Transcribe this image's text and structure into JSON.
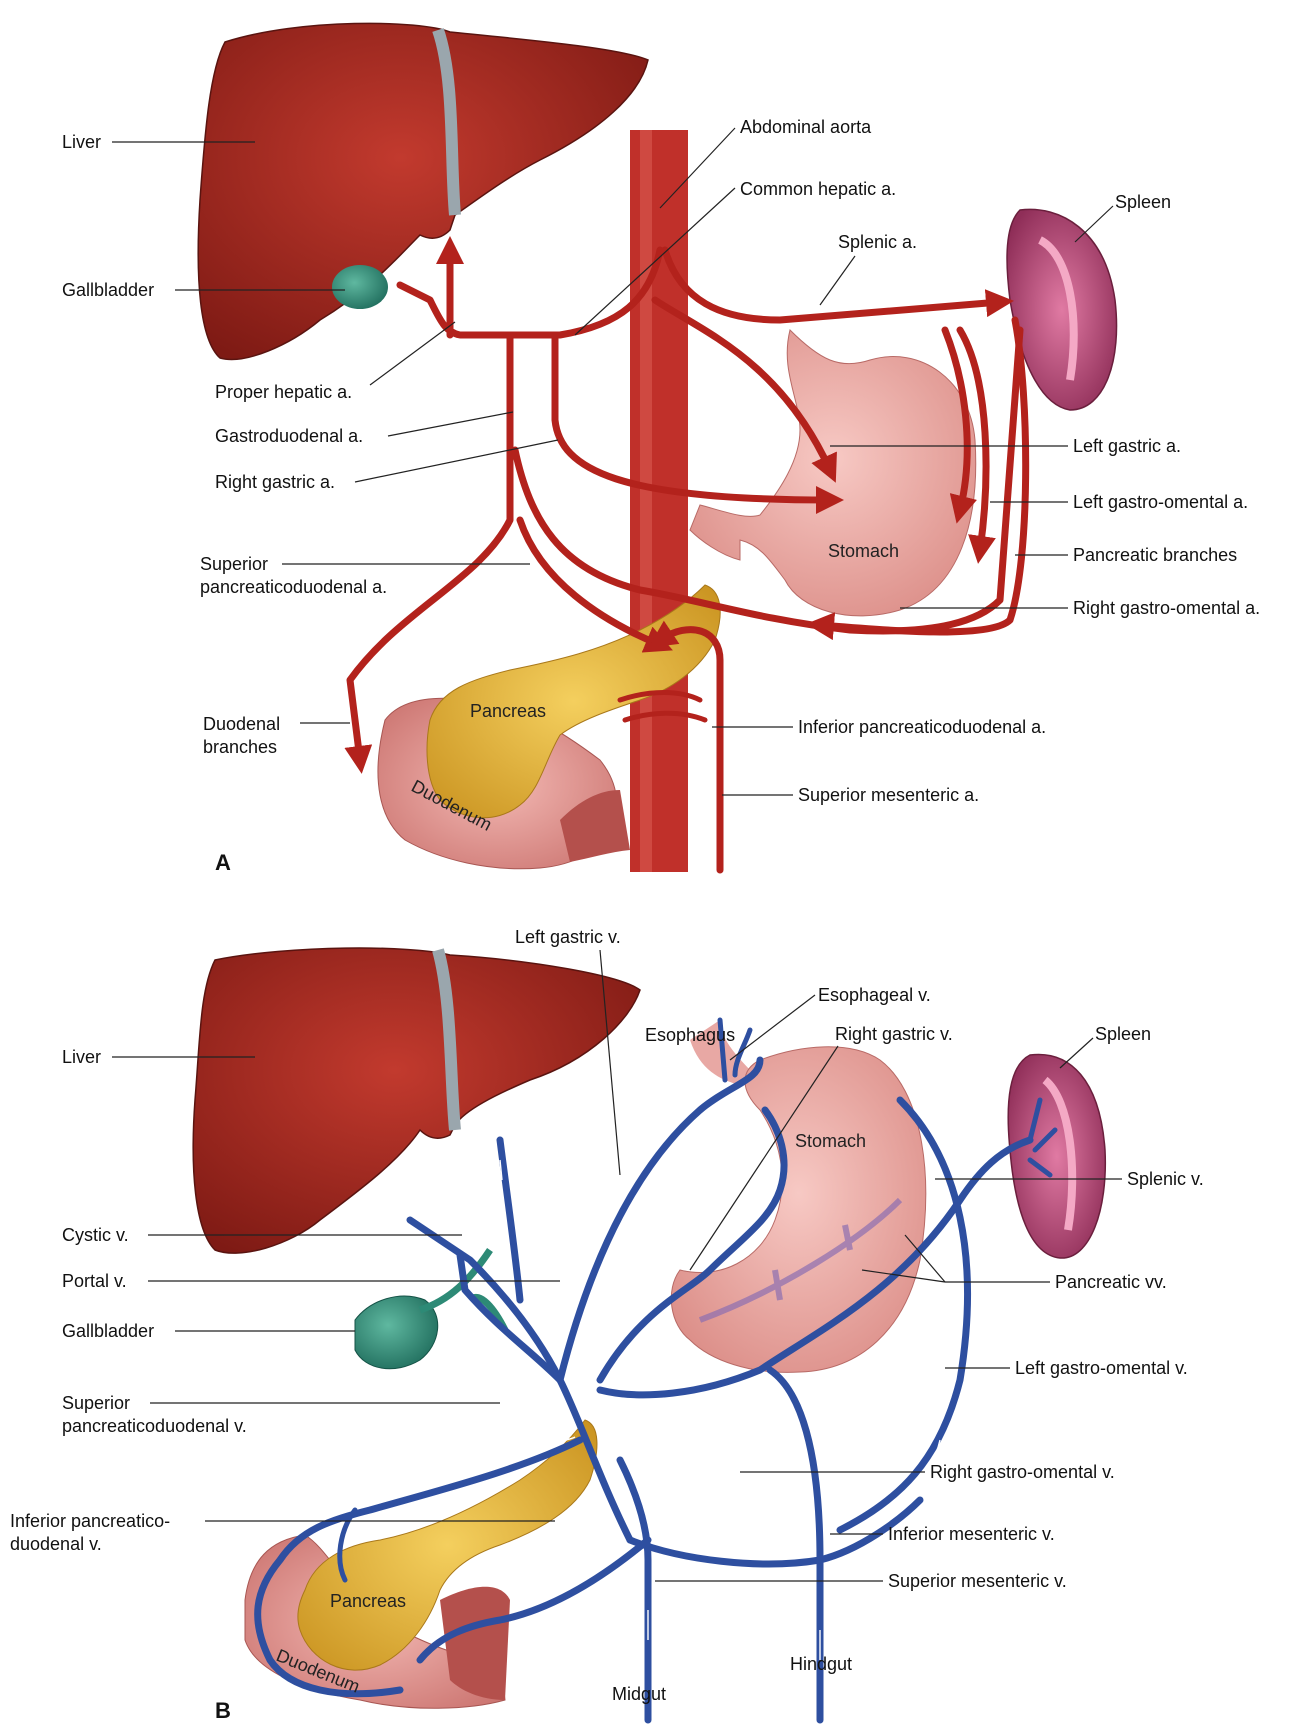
{
  "panel_a": {
    "letter": "A",
    "labels": {
      "liver": "Liver",
      "gallbladder": "Gallbladder",
      "proper_hepatic": "Proper hepatic a.",
      "gastroduodenal": "Gastroduodenal a.",
      "right_gastric": "Right gastric a.",
      "superior_pd_1": "Superior",
      "superior_pd_2": "pancreaticoduodenal a.",
      "duodenal_1": "Duodenal",
      "duodenal_2": "branches",
      "abdominal_aorta": "Abdominal aorta",
      "common_hepatic": "Common hepatic a.",
      "splenic": "Splenic a.",
      "spleen": "Spleen",
      "left_gastric": "Left gastric a.",
      "left_gastro_omental": "Left gastro-omental a.",
      "pancreatic_branches": "Pancreatic branches",
      "right_gastro_omental": "Right gastro-omental a.",
      "inferior_pd": "Inferior pancreaticoduodenal a.",
      "superior_mesenteric": "Superior mesenteric a.",
      "stomach": "Stomach",
      "pancreas": "Pancreas",
      "duodenum": "Duodenum"
    }
  },
  "panel_b": {
    "letter": "B",
    "labels": {
      "liver": "Liver",
      "cystic": "Cystic v.",
      "portal": "Portal v.",
      "gallbladder": "Gallbladder",
      "superior_pd_1": "Superior",
      "superior_pd_2": "pancreaticoduodenal v.",
      "inferior_pd_1": "Inferior pancreatico-",
      "inferior_pd_2": "duodenal v.",
      "left_gastric": "Left gastric v.",
      "esophageal": "Esophageal v.",
      "esophagus": "Esophagus",
      "right_gastric": "Right gastric v.",
      "spleen": "Spleen",
      "splenic": "Splenic v.",
      "pancreatic_vv": "Pancreatic vv.",
      "left_gastro_omental": "Left gastro-omental v.",
      "right_gastro_omental": "Right gastro-omental v.",
      "inferior_mesenteric": "Inferior mesenteric v.",
      "superior_mesenteric": "Superior mesenteric v.",
      "hindgut": "Hindgut",
      "midgut": "Midgut",
      "stomach": "Stomach",
      "pancreas": "Pancreas",
      "duodenum": "Duodenum"
    }
  },
  "colors": {
    "artery": "#b3221c",
    "vein": "#2e4fa0",
    "liver": "#a32a22",
    "stomach": "#f0b3ae",
    "pancreas": "#e6b43a",
    "spleen": "#b84a78",
    "gallbladder": "#2d8a76",
    "duodenum": "#e39b98"
  }
}
